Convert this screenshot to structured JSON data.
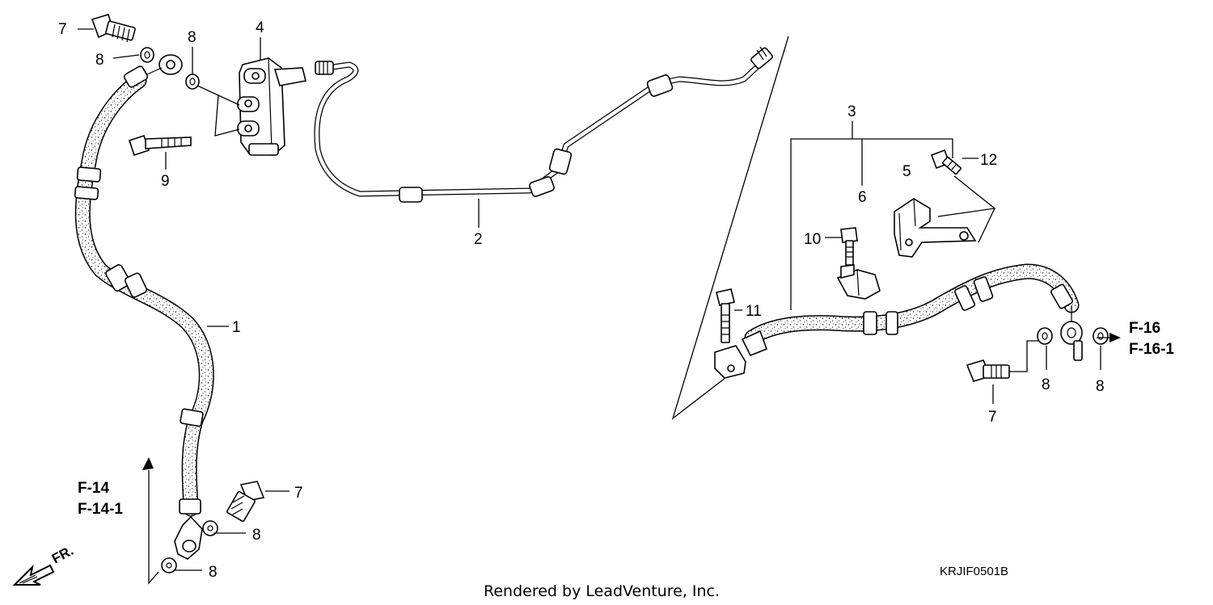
{
  "callouts": {
    "c1": "1",
    "c2": "2",
    "c3": "3",
    "c4": "4",
    "c5": "5",
    "c6": "6",
    "c7a": "7",
    "c7b": "7",
    "c7c": "7",
    "c8a": "8",
    "c8b": "8",
    "c8c": "8",
    "c8d": "8",
    "c8e": "8",
    "c8f": "8",
    "c9": "9",
    "c10": "10",
    "c11": "11",
    "c12": "12"
  },
  "references": {
    "f14": "F-14",
    "f14_1": "F-14-1",
    "f16": "F-16",
    "f16_1": "F-16-1"
  },
  "direction_label": "FR.",
  "diagram_code": "KRJIF0501B",
  "credit": "Rendered by LeadVenture, Inc."
}
